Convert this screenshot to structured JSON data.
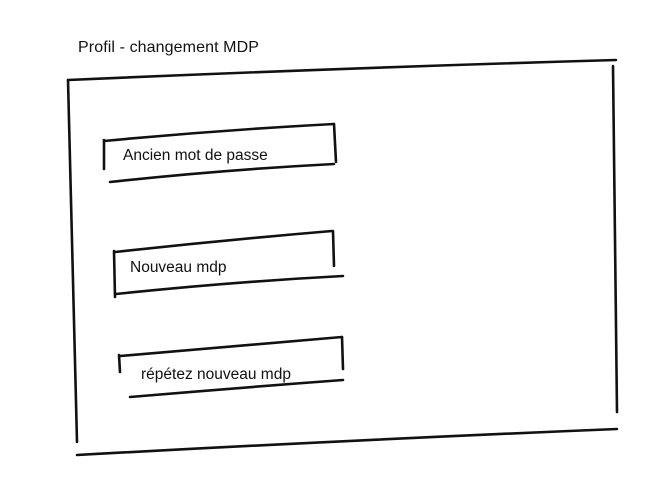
{
  "page": {
    "title": "Profil - changement MDP"
  },
  "form": {
    "fields": [
      {
        "label": "Ancien mot de passe",
        "value": ""
      },
      {
        "label": "Nouveau mdp",
        "value": ""
      },
      {
        "label": "répétez nouveau mdp",
        "value": ""
      }
    ]
  }
}
